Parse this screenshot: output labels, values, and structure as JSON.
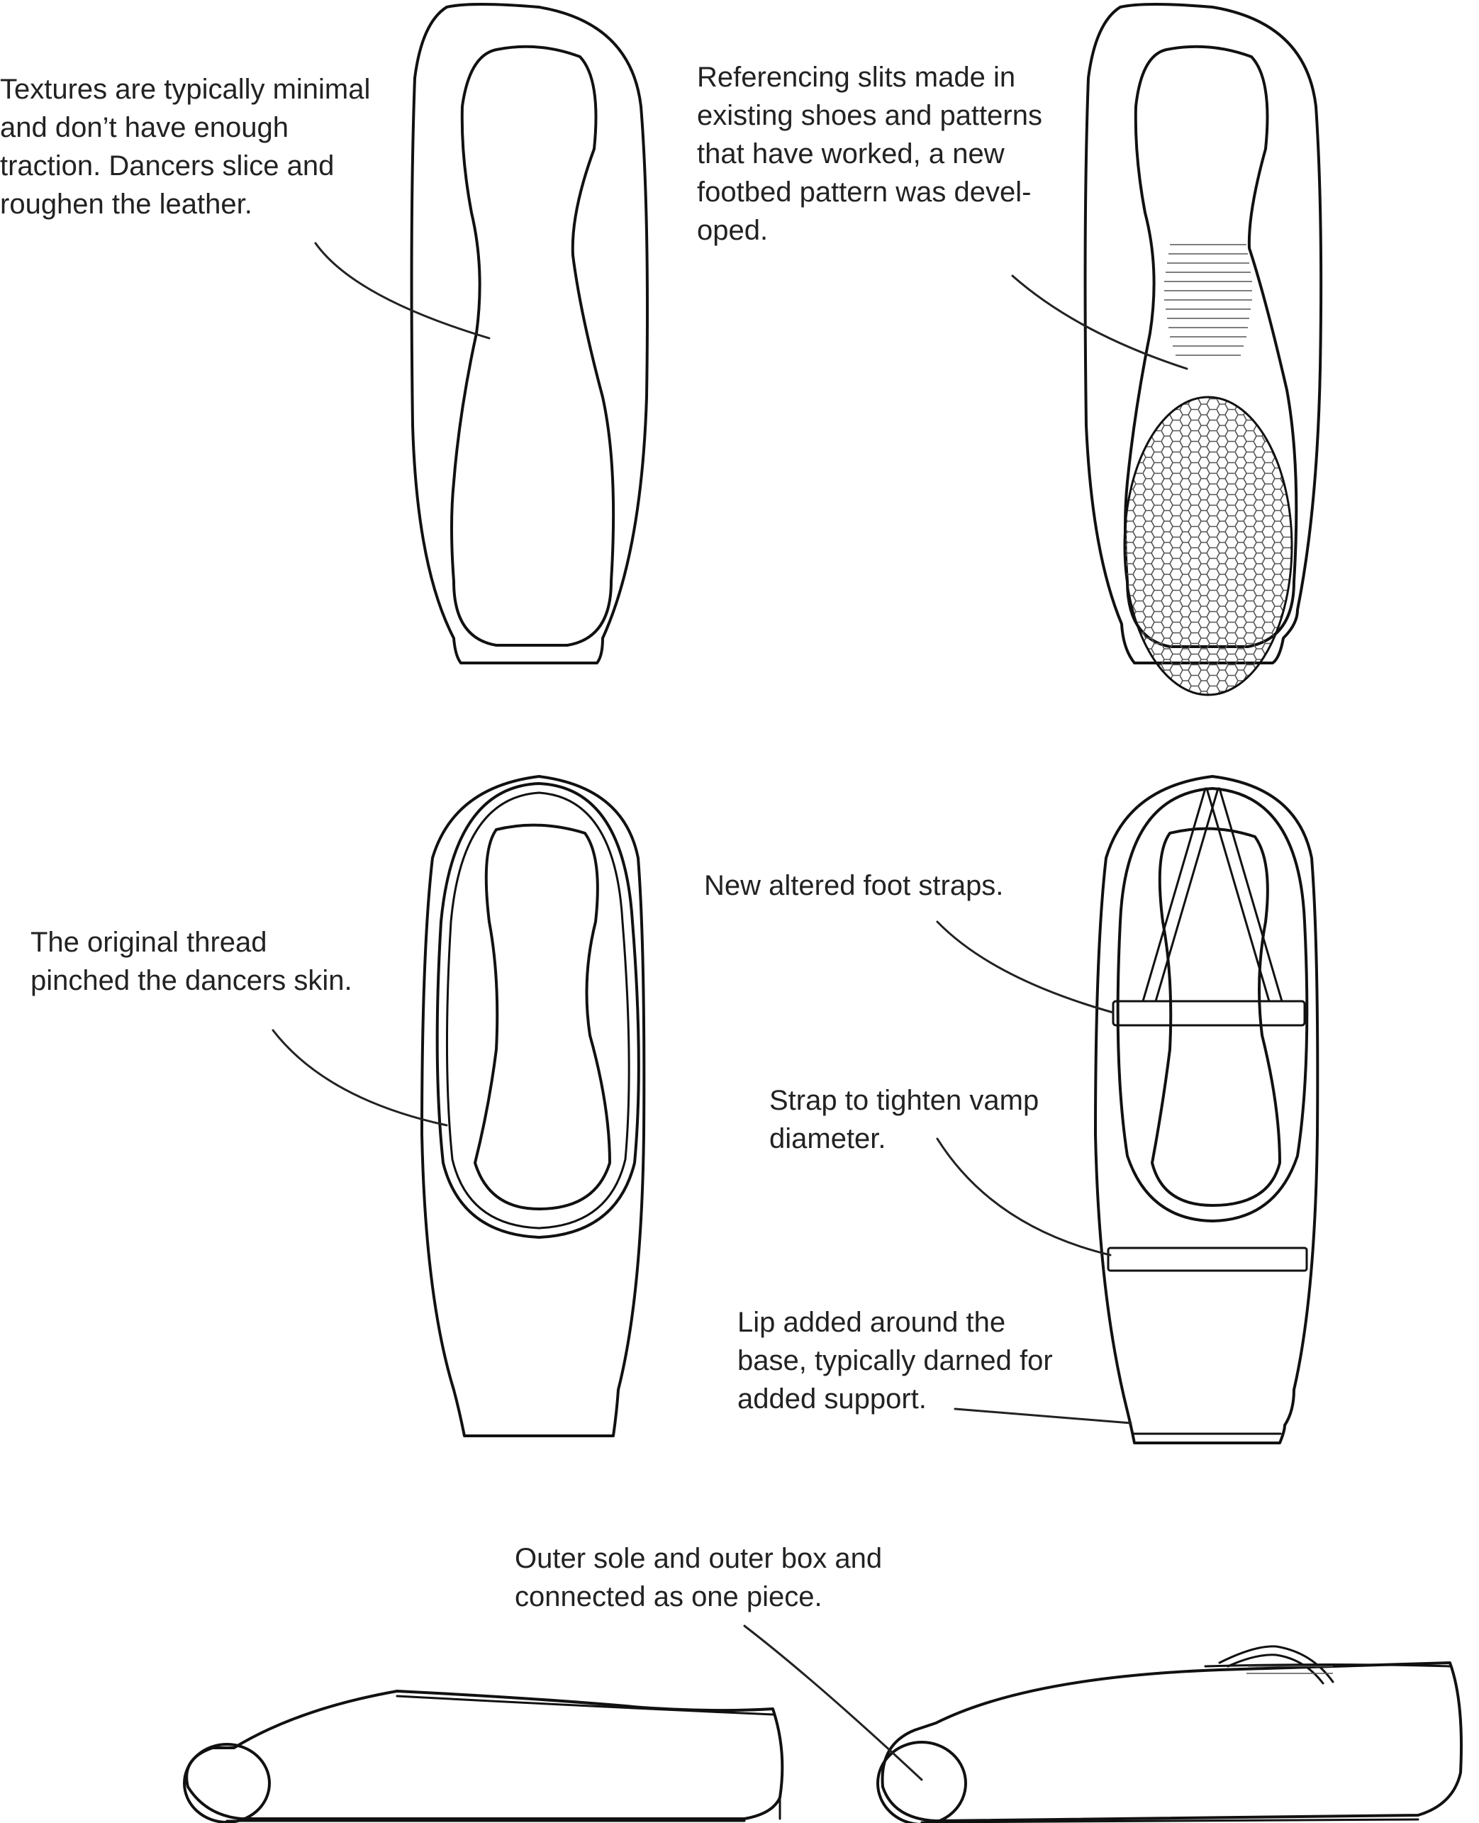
{
  "annotations": {
    "textures": [
      "Textures are typically minimal",
      "and don’t have enough",
      "traction. Dancers slice and",
      "roughen the leather."
    ],
    "slits": [
      "Referencing slits made in",
      "existing shoes and patterns",
      "that have worked, a new",
      "footbed pattern was devel-",
      "oped."
    ],
    "thread": [
      "The original thread",
      "pinched the dancers skin."
    ],
    "straps": [
      "New altered foot straps."
    ],
    "vamp": [
      "Strap to tighten vamp",
      "diameter."
    ],
    "lip": [
      "Lip added around the",
      "base, typically darned for",
      "added support."
    ],
    "sole": [
      "Outer sole and outer box and",
      "connected as one piece."
    ]
  },
  "colors": {
    "line": "#111111",
    "text": "#222222",
    "background": "#ffffff"
  }
}
